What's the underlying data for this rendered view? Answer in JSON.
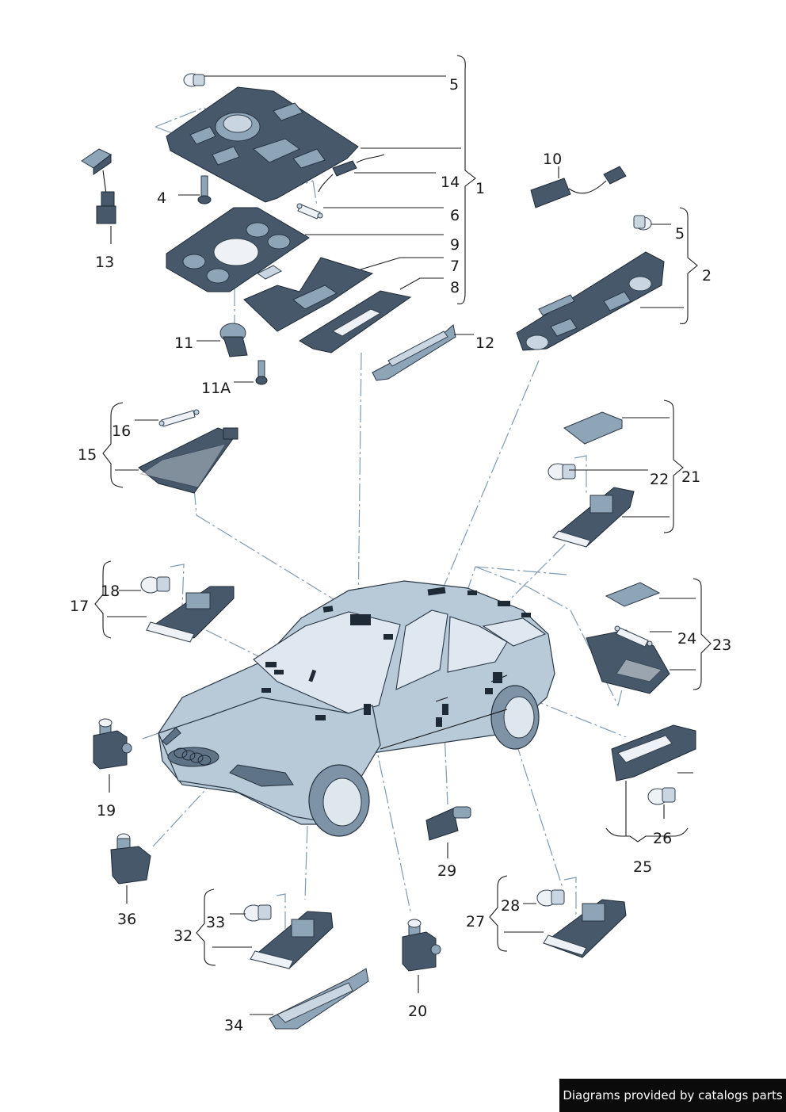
{
  "labels": {
    "l1": "1",
    "l2": "2",
    "l4": "4",
    "l5a": "5",
    "l5b": "5",
    "l6": "6",
    "l7": "7",
    "l8": "8",
    "l9": "9",
    "l10": "10",
    "l11": "11",
    "l11a": "11A",
    "l12": "12",
    "l13": "13",
    "l14": "14",
    "l15": "15",
    "l16": "16",
    "l17": "17",
    "l18": "18",
    "l19": "19",
    "l20": "20",
    "l21": "21",
    "l22": "22",
    "l23": "23",
    "l24": "24",
    "l25": "25",
    "l26": "26",
    "l27": "27",
    "l28": "28",
    "l29": "29",
    "l32": "32",
    "l33": "33",
    "l34": "34",
    "l36": "36"
  },
  "credit": "Diagrams provided by catalogs parts"
}
